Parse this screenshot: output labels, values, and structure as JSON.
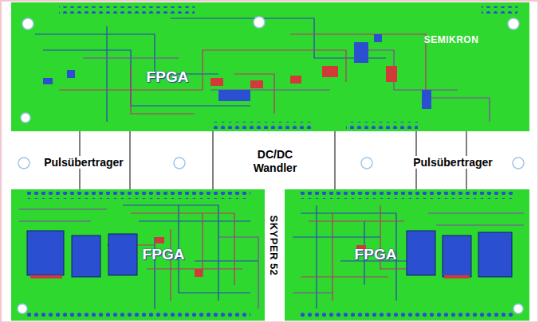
{
  "diagram": {
    "nodes": [
      {
        "text": [
          "FPGA",
          "SEMIKRON"
        ]
      },
      {
        "text": [
          "FPGA"
        ]
      },
      {
        "text": [
          "FPGA"
        ]
      }
    ],
    "edges": [
      {
        "from": 0,
        "to": 1,
        "arrow": "none"
      },
      {
        "from": 0,
        "to": 1,
        "arrow": "none"
      },
      {
        "from": 0,
        "to": 1,
        "arrow": "none"
      },
      {
        "from": 0,
        "to": 2,
        "arrow": "none"
      },
      {
        "from": 0,
        "to": 2,
        "arrow": "none"
      },
      {
        "from": 0,
        "to": 2,
        "arrow": "none"
      }
    ],
    "labels": [
      "Pulsübertrager",
      "DC/DC Wandler",
      "Pulsübertrager",
      "SKYPER 52"
    ]
  }
}
